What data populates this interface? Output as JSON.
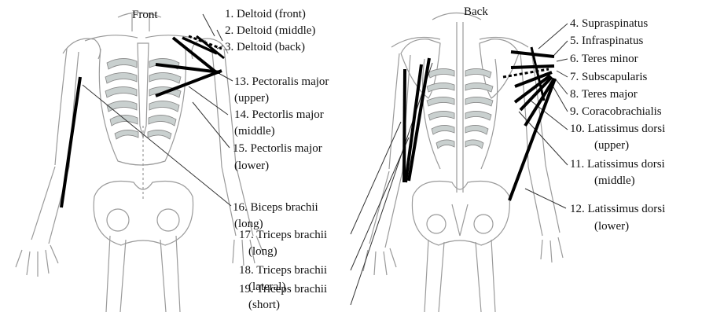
{
  "front": {
    "title": "Front",
    "labels": {
      "m1": "1. Deltoid (front)",
      "m2": "2. Deltoid (middle)",
      "m3": "3. Deltoid (back)",
      "m13a": "13. Pectoralis major",
      "m13b": "(upper)",
      "m14a": "14. Pectorlis major",
      "m14b": "(middle)",
      "m15a": "15. Pectorlis major",
      "m15b": "(lower)",
      "m16a": "16. Biceps brachii",
      "m16b": "(long)",
      "m17a": "17. Triceps brachii",
      "m17b": "(long)",
      "m18a": "18. Triceps brachii",
      "m18b": "(lateral)",
      "m19a": "19. Triceps brachii",
      "m19b": "(short)"
    }
  },
  "back": {
    "title": "Back",
    "labels": {
      "m4": "4. Supraspinatus",
      "m5": "5. Infraspinatus",
      "m6": "6. Teres minor",
      "m7": "7. Subscapularis",
      "m8": "8. Teres major",
      "m9": "9. Coracobrachialis",
      "m10a": "10. Latissimus dorsi",
      "m10b": "(upper)",
      "m11a": "11. Latissimus dorsi",
      "m11b": "(middle)",
      "m12a": "12. Latissimus dorsi",
      "m12b": "(lower)"
    }
  },
  "colors": {
    "muscle_line": "#000000",
    "bone_outline": "#9a9a9a",
    "rib_fill": "#c9d0cf",
    "leader_line": "#333333"
  }
}
